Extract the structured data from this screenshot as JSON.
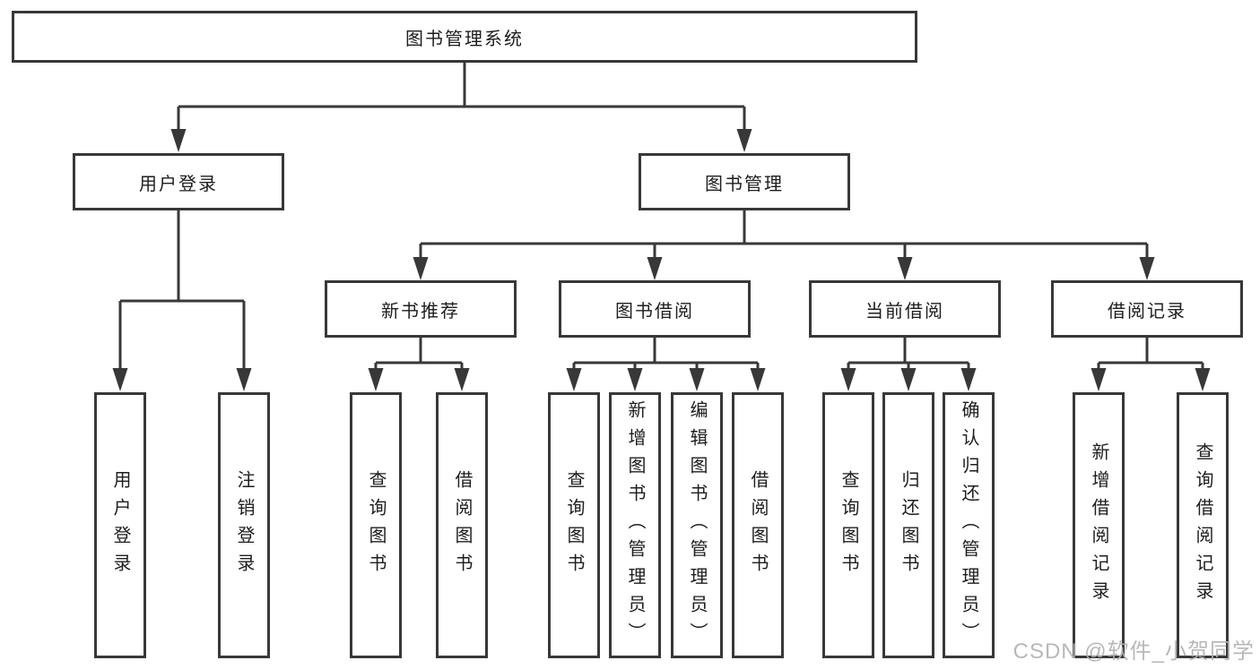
{
  "watermark": "CSDN @软件_小贺同学",
  "colors": {
    "line": "#383838",
    "box_border": "#383838",
    "box_fill": "#ffffff",
    "text": "#1d1d1d",
    "watermark": "#b2b2b2",
    "background": "#ffffff"
  },
  "tree": {
    "root": {
      "label": "图书管理系统"
    },
    "children": [
      {
        "label": "用户登录",
        "children": [
          {
            "label": "用户登录"
          },
          {
            "label": "注销登录"
          }
        ]
      },
      {
        "label": "图书管理",
        "children": [
          {
            "label": "新书推荐",
            "children": [
              {
                "label": "查询图书"
              },
              {
                "label": "借阅图书"
              }
            ]
          },
          {
            "label": "图书借阅",
            "children": [
              {
                "label": "查询图书"
              },
              {
                "label": "新增图书（管理员）"
              },
              {
                "label": "编辑图书（管理员）"
              },
              {
                "label": "借阅图书"
              }
            ]
          },
          {
            "label": "当前借阅",
            "children": [
              {
                "label": "查询图书"
              },
              {
                "label": "归还图书"
              },
              {
                "label": "确认归还（管理员）"
              }
            ]
          },
          {
            "label": "借阅记录",
            "children": [
              {
                "label": "新增借阅记录"
              },
              {
                "label": "查询借阅记录"
              }
            ]
          }
        ]
      }
    ]
  }
}
